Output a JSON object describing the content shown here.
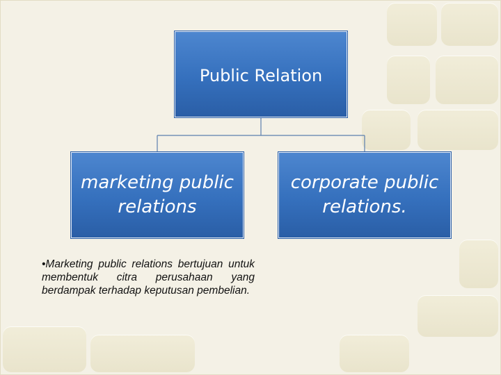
{
  "diagram": {
    "root": {
      "label": "Public Relation"
    },
    "children": [
      {
        "label": "marketing public relations"
      },
      {
        "label": "corporate public relations."
      }
    ],
    "note": {
      "text": "•Marketing public relations bertujuan untuk membentuk citra perusahaan yang berdampak terhadap keputusan pembelian."
    }
  },
  "colors": {
    "node_fill": "#3570bd",
    "node_text": "#ffffff",
    "background": "#f4f1e6",
    "connector": "#5b7fae"
  }
}
